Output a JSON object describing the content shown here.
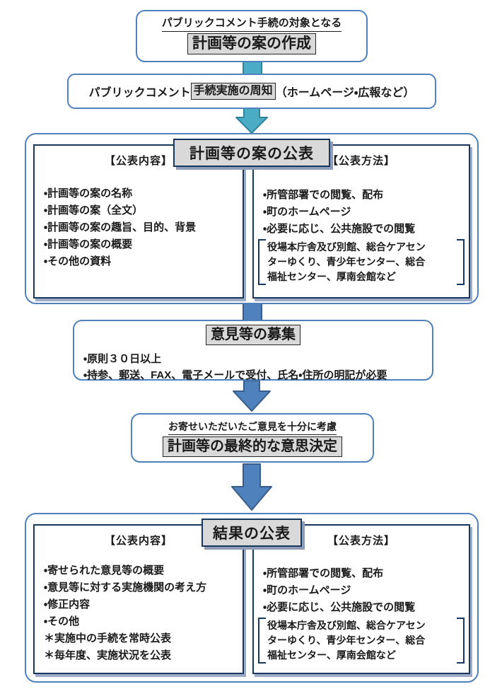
{
  "colors": {
    "rounded_box_border": "#4F81BD",
    "inner_box_border": "#17375E",
    "teal_connector_fill": "#4BACC6",
    "teal_connector_border": "#31859B",
    "blue_connector_fill": "#4F81BD",
    "blue_connector_border": "#385D8A",
    "highlight_background": "#D9D9D9"
  },
  "flow": {
    "step1": {
      "subtitle": "パブリックコメント手続の対象となる",
      "title": "計画等の案の作成"
    },
    "step2": {
      "prefix": "パブリックコメント",
      "highlight": "手続実施の周知",
      "suffix": "（ホームページ・広報など）"
    },
    "step3": {
      "title": "計画等の案の公表",
      "content": {
        "header": "【公表内容】",
        "items": [
          "・計画等の案の名称",
          "・計画等の案（全文）",
          "・計画等の案の趣旨、目的、背景",
          "・計画等の案の概要",
          "・その他の資料"
        ]
      },
      "method": {
        "header": "【公表方法】",
        "items": [
          "・所管部署での閲覧、配布",
          "・町のホームページ",
          "・必要に応じ、公共施設での閲覧"
        ],
        "note_lines": [
          "役場本庁舎及び別館、総合ケアセン",
          "ターゆくり、青少年センター、総合",
          "福祉センター、厚南会館など"
        ]
      }
    },
    "step4": {
      "title": "意見等の募集",
      "items": [
        "・原則３０日以上",
        "・持参、郵送、FAX、電子メールで受付、氏名・住所の明記が必要"
      ]
    },
    "step5": {
      "subtitle": "お寄せいただいたご意見を十分に考慮",
      "title": "計画等の最終的な意思決定"
    },
    "step6": {
      "title": "結果の公表",
      "content": {
        "header": "【公表内容】",
        "items": [
          "・寄せられた意見等の概要",
          "・意見等に対する実施機関の考え方",
          "・修正内容",
          "・その他",
          "＊実施中の手続を常時公表",
          "＊毎年度、実施状況を公表"
        ]
      },
      "method": {
        "header": "【公表方法】",
        "items": [
          "・所管部署での閲覧、配布",
          "・町のホームページ",
          "・必要に応じ、公共施設での閲覧"
        ],
        "note_lines": [
          "役場本庁舎及び別館、総合ケアセン",
          "ターゆくり、青少年センター、総合",
          "福祉センター、厚南会館など"
        ]
      }
    }
  }
}
